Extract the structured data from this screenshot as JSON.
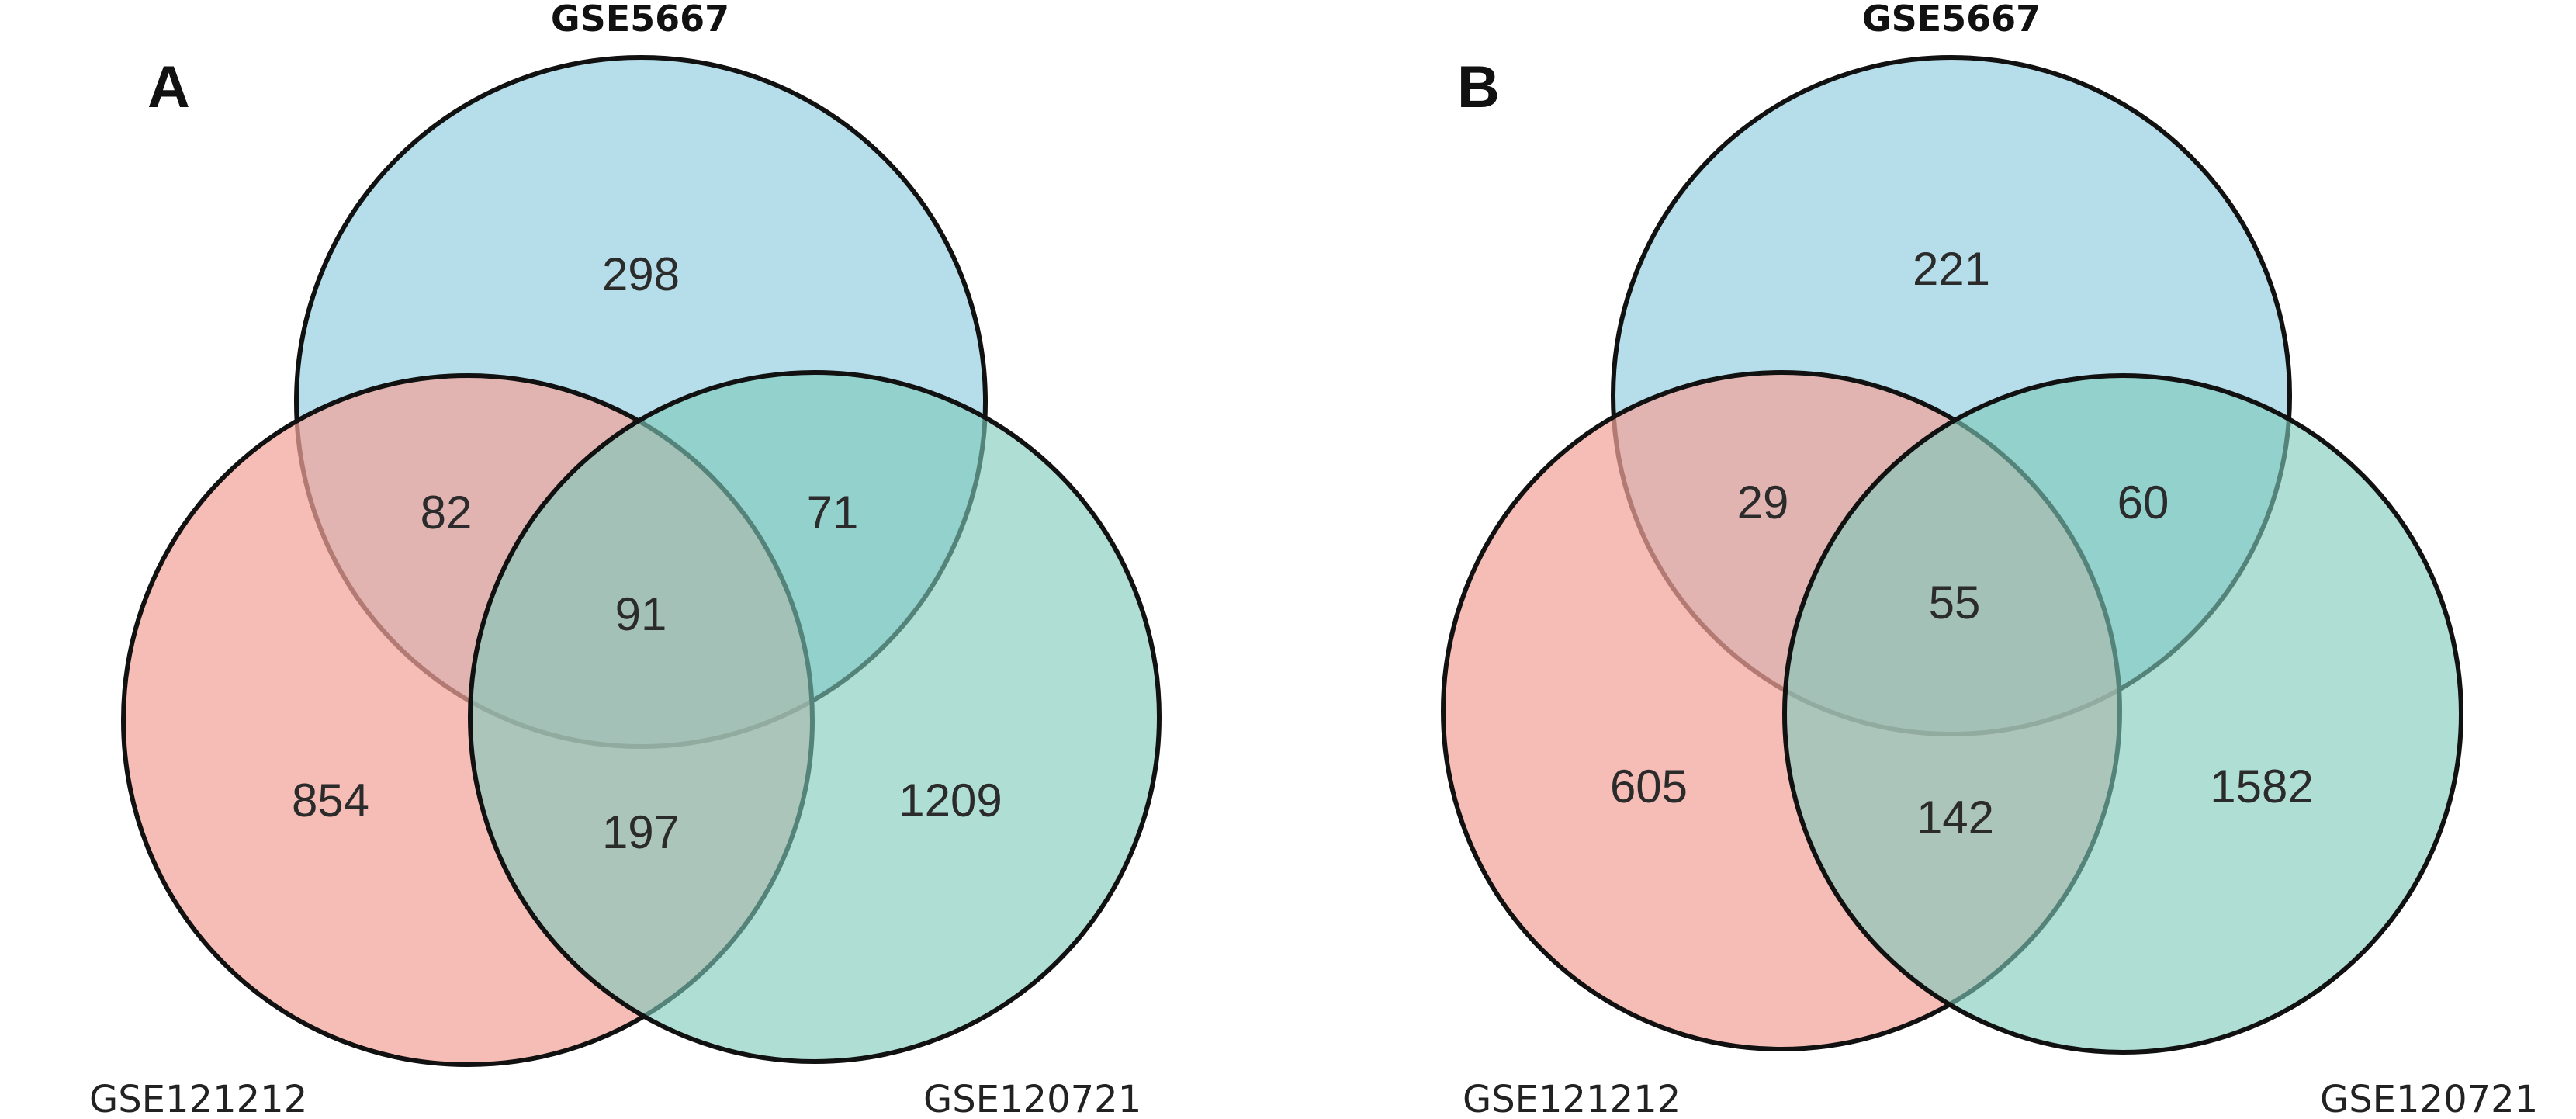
{
  "panels": [
    {
      "letter": "A",
      "sets": {
        "top": "GSE5667",
        "left": "GSE121212",
        "right": "GSE120721"
      },
      "colors": {
        "top": "#a8d8e6",
        "left": "#f2a49b",
        "right": "#7ecabb",
        "stroke": "#111111"
      },
      "regions": {
        "top_only": "298",
        "top_left": "82",
        "top_right": "71",
        "all_three": "91",
        "left_only": "854",
        "left_right": "197",
        "right_only": "1209"
      }
    },
    {
      "letter": "B",
      "sets": {
        "top": "GSE5667",
        "left": "GSE121212",
        "right": "GSE120721"
      },
      "colors": {
        "top": "#a8d8e6",
        "left": "#f2a49b",
        "right": "#7ecabb",
        "stroke": "#111111"
      },
      "regions": {
        "top_only": "221",
        "top_left": "29",
        "top_right": "60",
        "all_three": "55",
        "left_only": "605",
        "left_right": "142",
        "right_only": "1582"
      }
    }
  ]
}
